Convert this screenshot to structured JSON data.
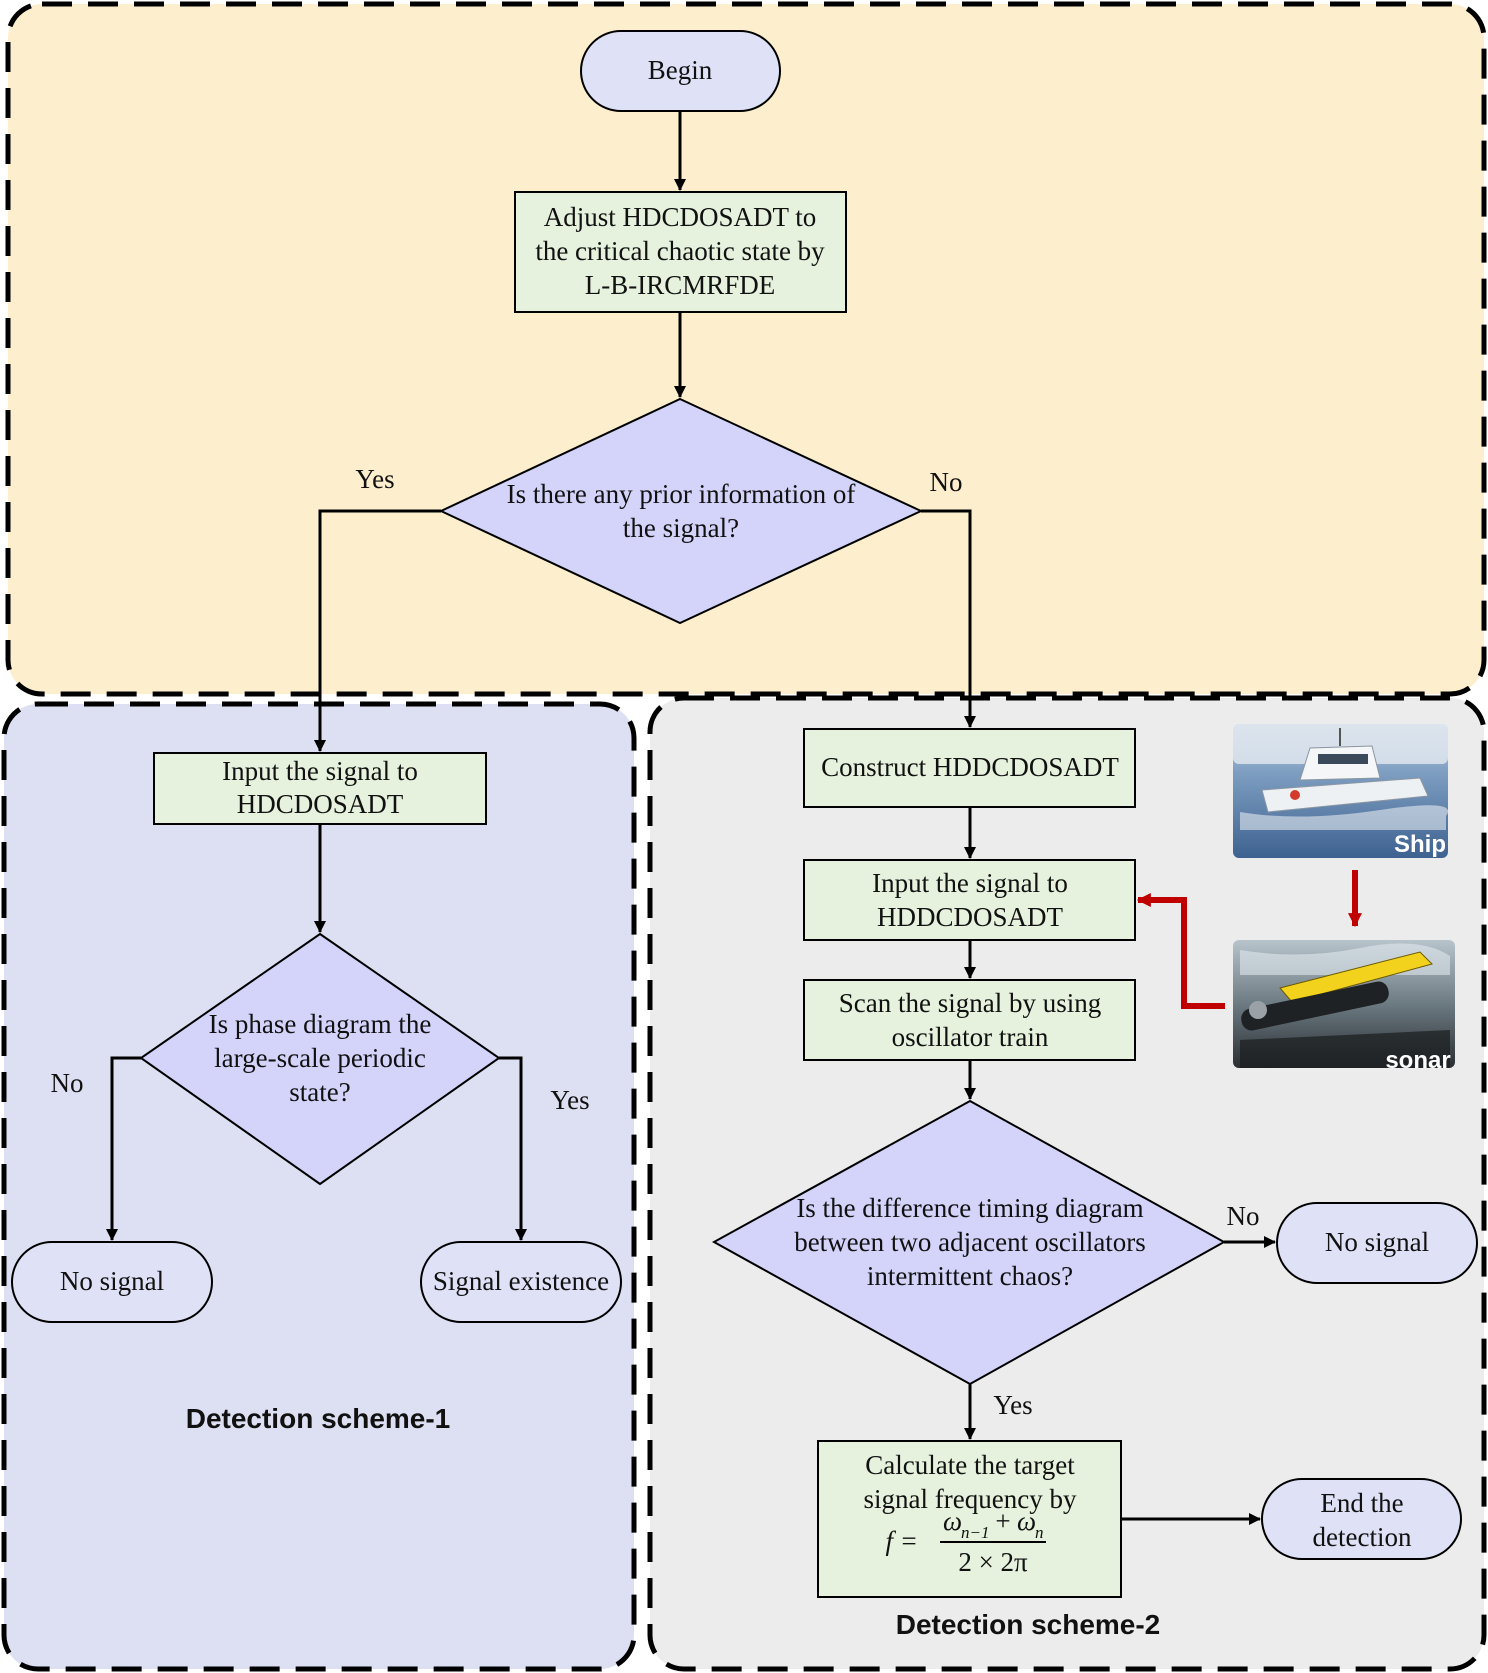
{
  "colors": {
    "top_region": "#fdefcd",
    "scheme1_region": "#dde0f2",
    "scheme2_region": "#ececec",
    "process_box": "#e6f2dd",
    "decision": "#d4d4fb",
    "terminal": "#dfe2f6",
    "red_arrow": "#c00000"
  },
  "nodes": {
    "begin": "Begin",
    "adjust": [
      "Adjust HDCDOSADT to",
      "the critical chaotic state by",
      "L-B-IRCMRFDE"
    ],
    "prior_question": [
      "Is there any prior information of",
      "the signal?"
    ],
    "input_scheme1": [
      "Input the signal to",
      "HDCDOSADT"
    ],
    "phase_question": [
      "Is phase diagram the",
      "large-scale periodic",
      "state?"
    ],
    "no_signal_1": "No signal",
    "signal_existence": "Signal existence",
    "construct": "Construct HDDCDOSADT",
    "input_scheme2": [
      "Input the signal to",
      "HDDCDOSADT"
    ],
    "scan": [
      "Scan the signal by using",
      "oscillator train"
    ],
    "difference_question": [
      "Is the difference timing diagram",
      "between two adjacent oscillators",
      "intermittent chaos?"
    ],
    "no_signal_2": "No signal",
    "calculate": [
      "Calculate the target",
      "signal frequency by"
    ],
    "formula": {
      "lhs": "f =",
      "numerator_a": "ω",
      "sub_a": "n−1",
      "plus": "+",
      "numerator_b": "ω",
      "sub_b": "n",
      "denominator": "2 × 2π"
    },
    "end": [
      "End the",
      "detection"
    ]
  },
  "edge_labels": {
    "prior_yes": "Yes",
    "prior_no": "No",
    "phase_no": "No",
    "phase_yes": "Yes",
    "diff_no": "No",
    "diff_yes": "Yes"
  },
  "scheme_titles": {
    "scheme1": "Detection scheme-1",
    "scheme2": "Detection scheme-2"
  },
  "photos": {
    "ship": "Ship",
    "sonar": "sonar"
  }
}
